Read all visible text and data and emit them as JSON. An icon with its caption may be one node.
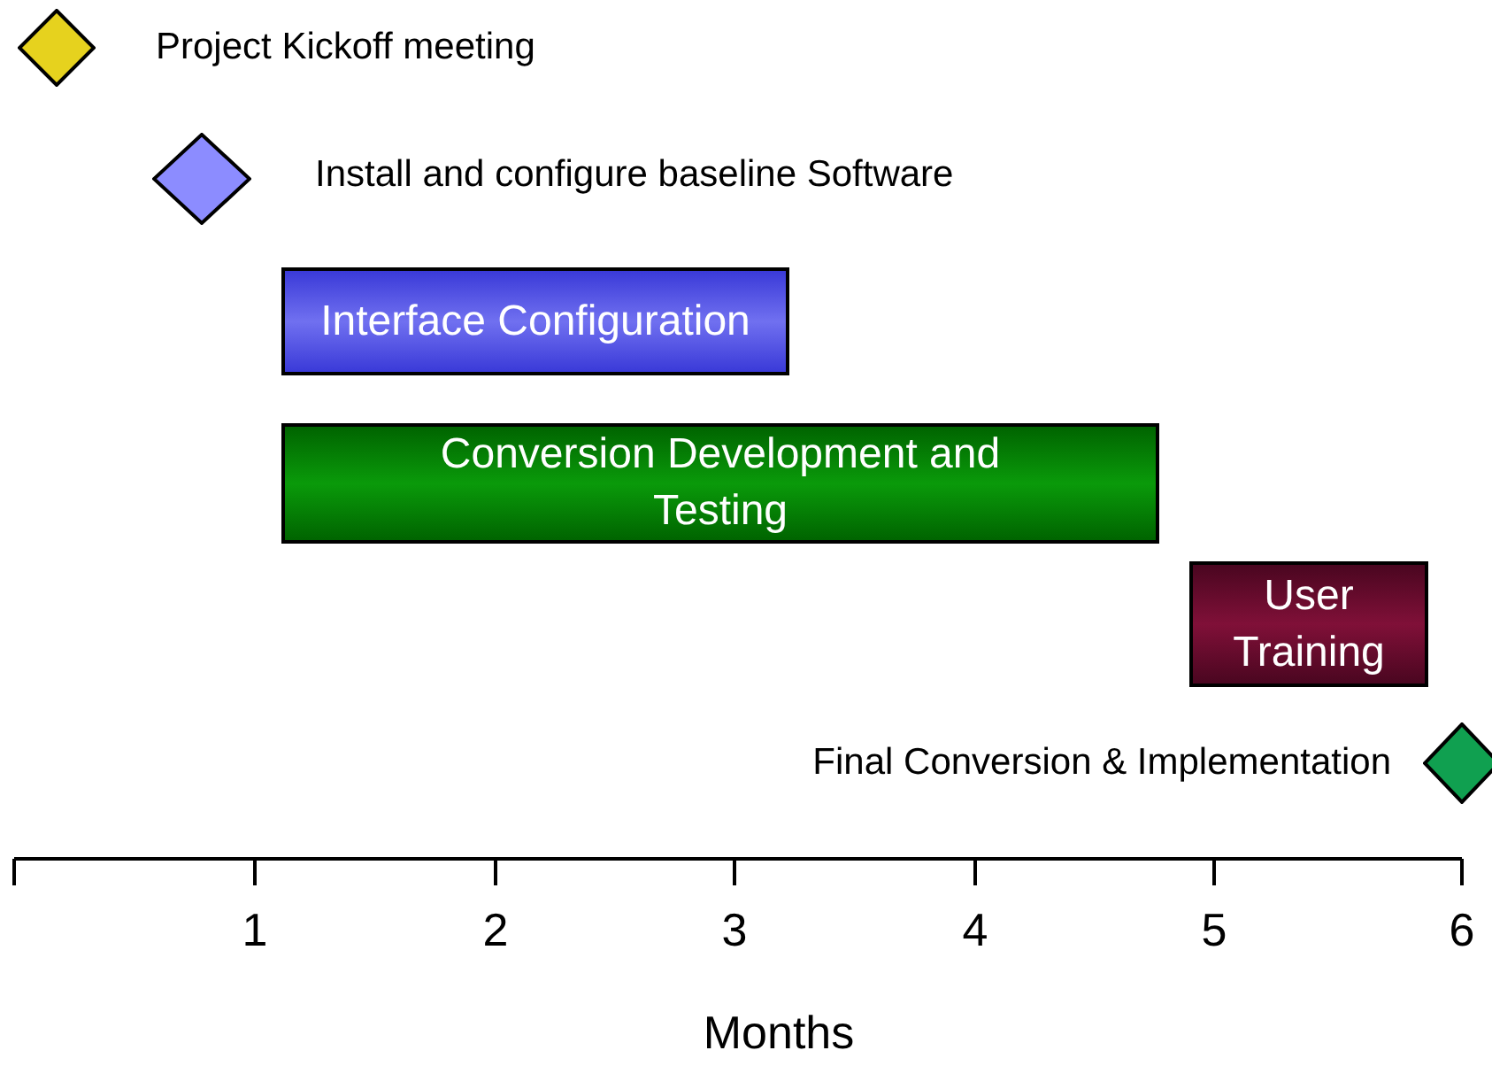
{
  "diagram": {
    "nodes": [
      {
        "text": [],
        "shape": "diamond",
        "beside": [
          "Project Kickoff meeting"
        ]
      },
      {
        "text": [],
        "shape": "diamond",
        "beside": [
          "Install and configure baseline Software"
        ]
      },
      {
        "text": [
          "Interface Configuration"
        ]
      },
      {
        "text": [
          "Conversion Development and Testing"
        ]
      },
      {
        "text": [
          "User Training"
        ]
      },
      {
        "text": [],
        "shape": "diamond",
        "beside": [
          "Final Conversion & Implementation"
        ]
      }
    ],
    "edges": [],
    "labels": [
      "1",
      "2",
      "3",
      "4",
      "5",
      "6",
      "Months"
    ]
  }
}
